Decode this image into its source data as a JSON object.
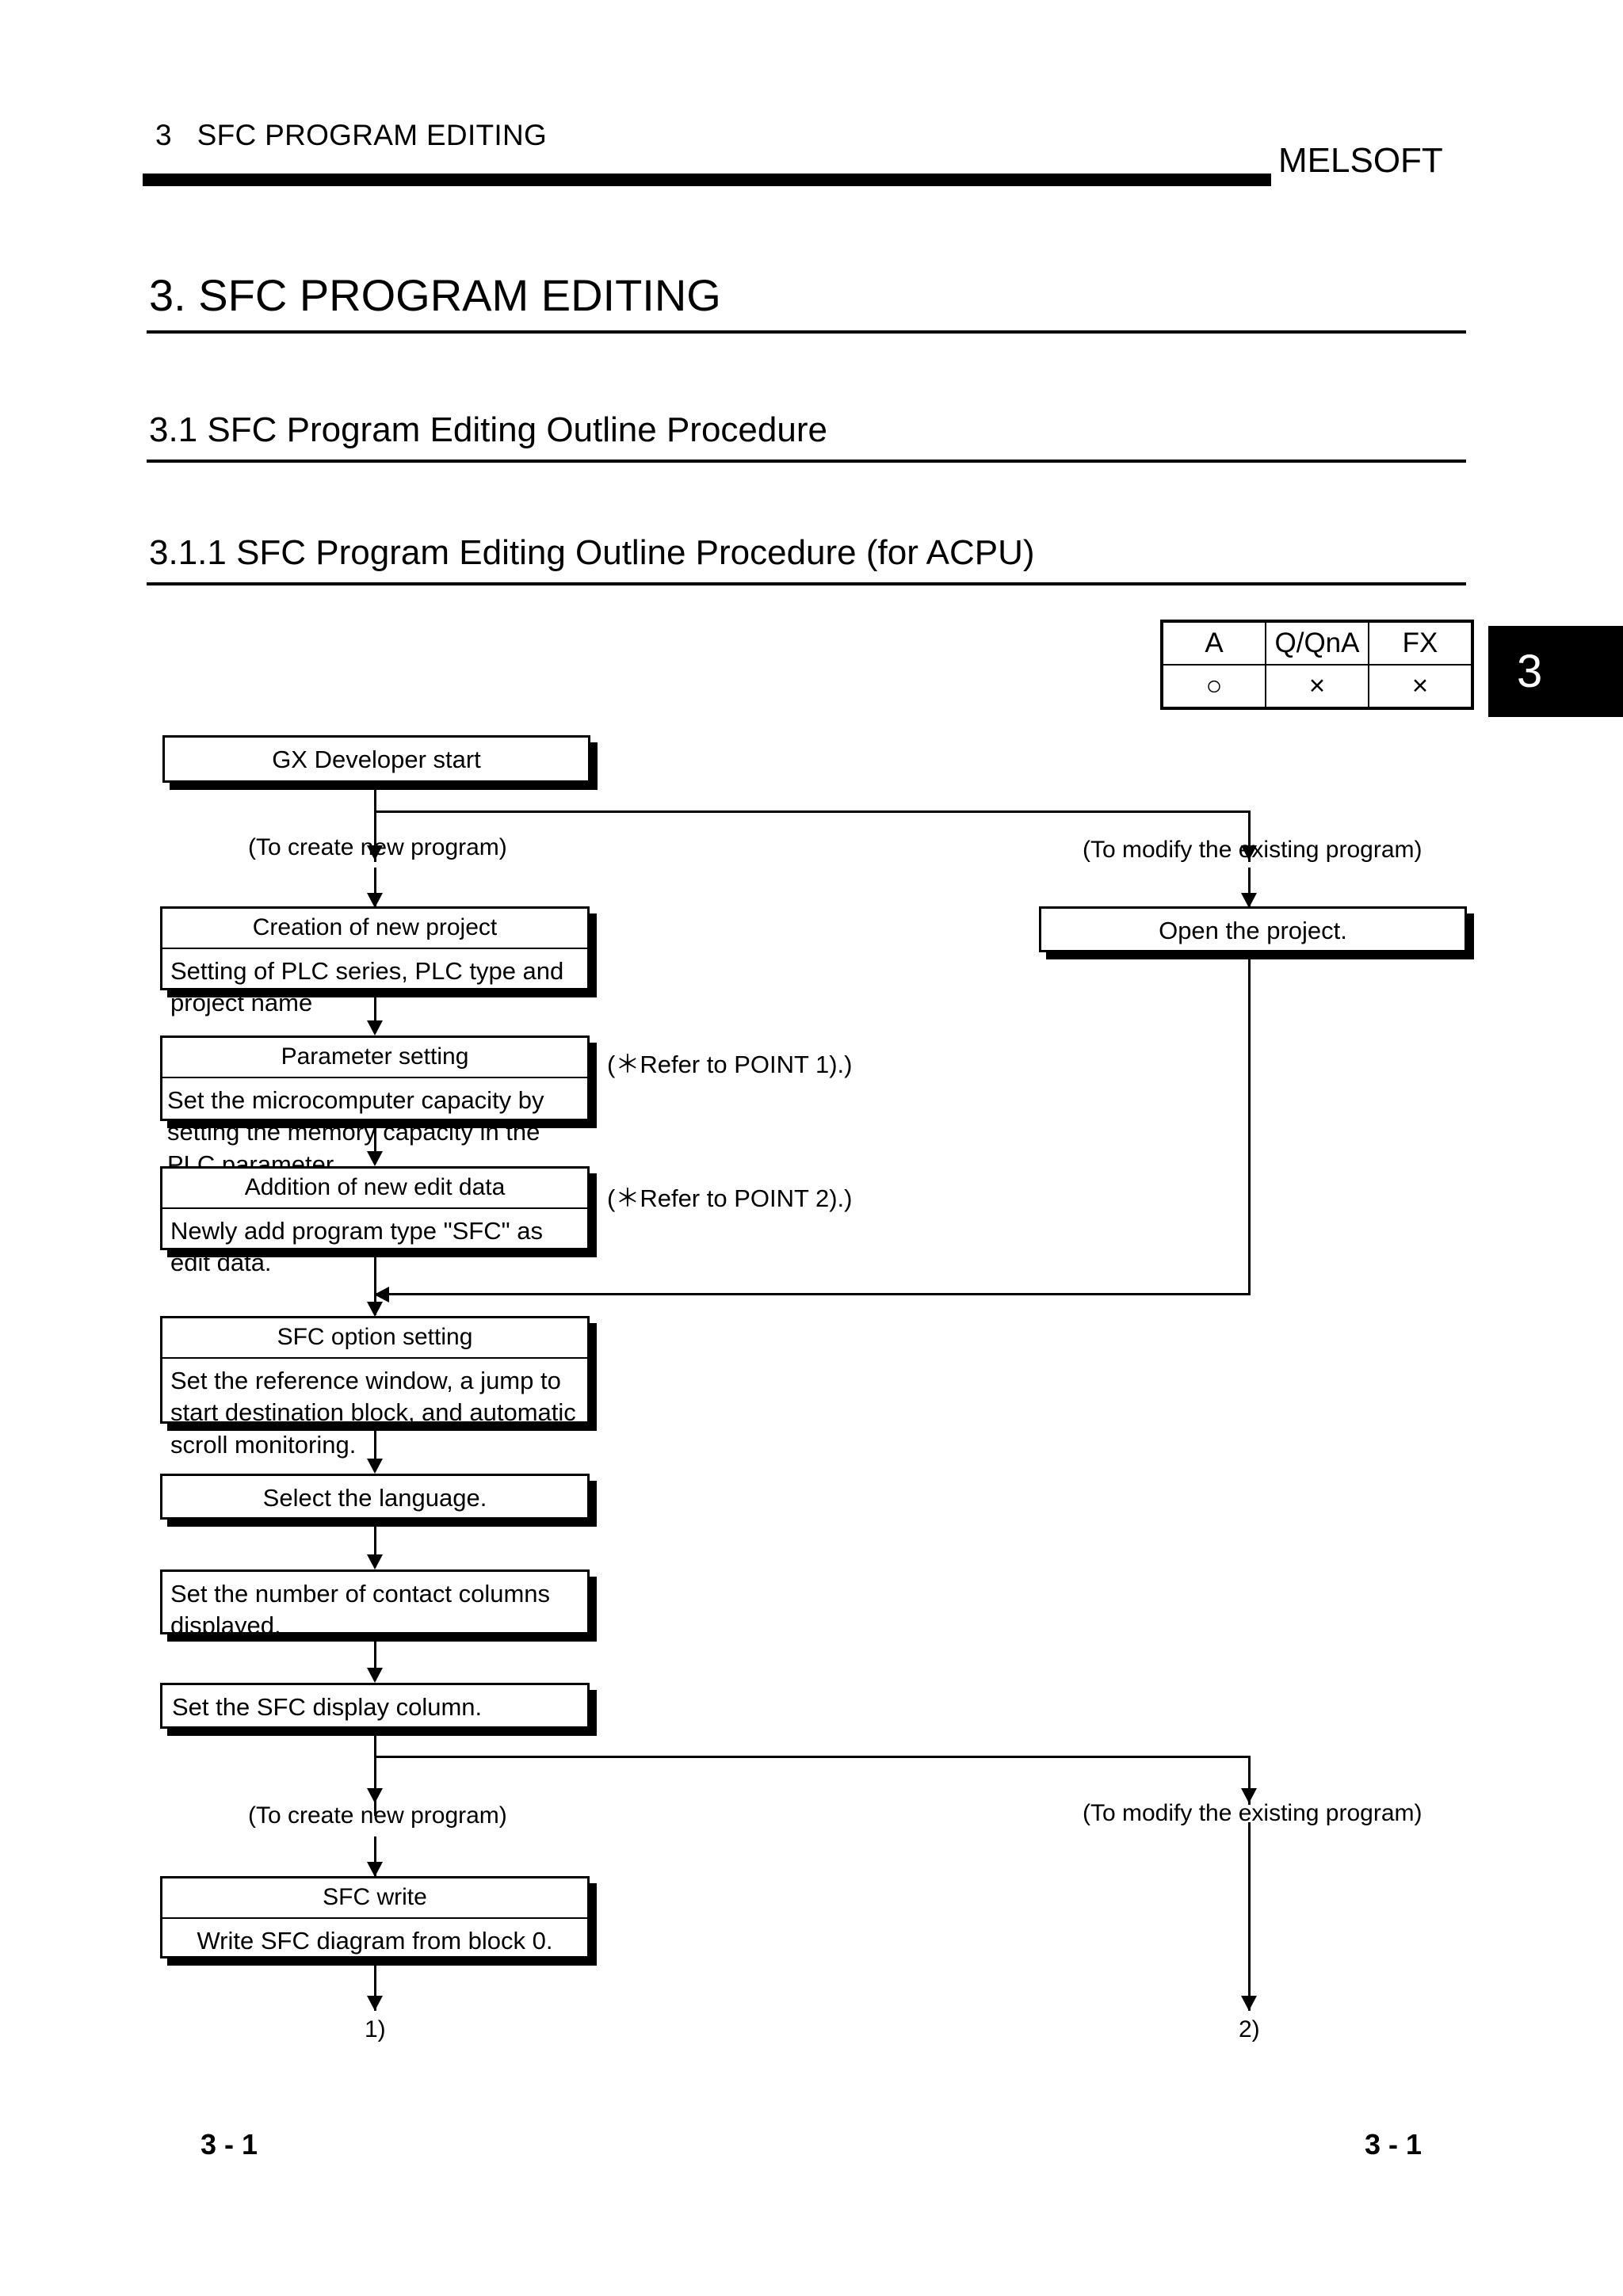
{
  "header": {
    "chapter_running": "3   SFC PROGRAM EDITING",
    "brand": "MELSOFT"
  },
  "titles": {
    "main": "3. SFC PROGRAM EDITING",
    "section": "3.1 SFC Program Editing Outline Procedure",
    "subsection": "3.1.1 SFC Program Editing Outline Procedure (for ACPU)"
  },
  "chapter_tab": {
    "number": "3"
  },
  "cpu_table": {
    "headers": [
      "A",
      "Q/QnA",
      "FX"
    ],
    "marks": [
      "○",
      "×",
      "×"
    ]
  },
  "flow": {
    "start": {
      "title": "GX Developer start"
    },
    "branch_top_left": "(To create new program)",
    "branch_top_right": "(To modify the existing program)",
    "new_project": {
      "title": "Creation of new project",
      "body": "Setting of PLC series, PLC type and project name"
    },
    "open_project": {
      "title": "Open the project."
    },
    "parameter_setting": {
      "title": "Parameter setting",
      "body": "Set the microcomputer capacity by setting the memory capacity in the PLC parameter.",
      "note": "(＊Refer to POINT 1).)"
    },
    "add_edit_data": {
      "title": "Addition of new edit data",
      "body": "Newly add program type \"SFC\" as edit data.",
      "note": "(＊Refer to POINT 2).)"
    },
    "sfc_option": {
      "title": "SFC option setting",
      "body": "Set the reference window, a jump to start destination block, and automatic scroll monitoring."
    },
    "select_language": {
      "title": "Select the language."
    },
    "contact_columns": {
      "title": "Set the number of contact columns displayed."
    },
    "sfc_display_column": {
      "title": "Set the SFC display column."
    },
    "branch_bottom_left": "(To create new program)",
    "branch_bottom_right": "(To modify the existing program)",
    "sfc_write": {
      "title": "SFC write",
      "body": "Write SFC diagram from block 0."
    },
    "connector_left": "1)",
    "connector_right": "2)"
  },
  "footer": {
    "left": "3 - 1",
    "right": "3 - 1"
  }
}
